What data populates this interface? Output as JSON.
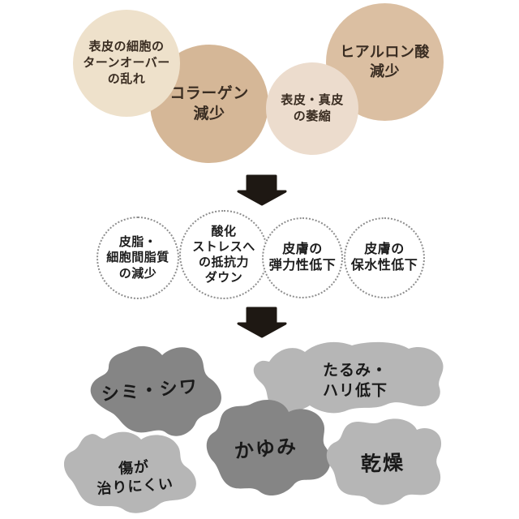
{
  "palette": {
    "background": "#ffffff",
    "arrow_black": "#1e1813",
    "dotted_circle_border": "#8e8e8e",
    "cause_text_brown": "#3a2d22",
    "result_text_black": "#191919",
    "result_dark_gray": "#858585",
    "result_light_gray": "#b6b6b6"
  },
  "stage1_causes": {
    "items": [
      {
        "label": "表皮の細胞の\nターンオーバー\nの乱れ",
        "color": "#eee1cb"
      },
      {
        "label": "コラーゲン\n減少",
        "color": "#d5b797"
      },
      {
        "label": "表皮・真皮\nの萎縮",
        "color": "#ecdccd"
      },
      {
        "label": "ヒアルロン酸\n減少",
        "color": "#dbbfa2"
      }
    ]
  },
  "stage2_effects": {
    "items": [
      {
        "label": "皮脂・\n細胞間脂質\nの減少"
      },
      {
        "label": "酸化\nストレスへ\nの抵抗力\nダウン"
      },
      {
        "label": "皮膚の\n弾力性低下"
      },
      {
        "label": "皮膚の\n保水性低下"
      }
    ]
  },
  "stage3_symptoms": {
    "items": [
      {
        "label": "シミ・シワ",
        "color": "#858585"
      },
      {
        "label": "たるみ・\nハリ低下",
        "color": "#b6b6b6"
      },
      {
        "label": "かゆみ",
        "color": "#858585"
      },
      {
        "label": "傷が\n治りにくい",
        "color": "#b6b6b6"
      },
      {
        "label": "乾燥",
        "color": "#b6b6b6"
      }
    ]
  }
}
